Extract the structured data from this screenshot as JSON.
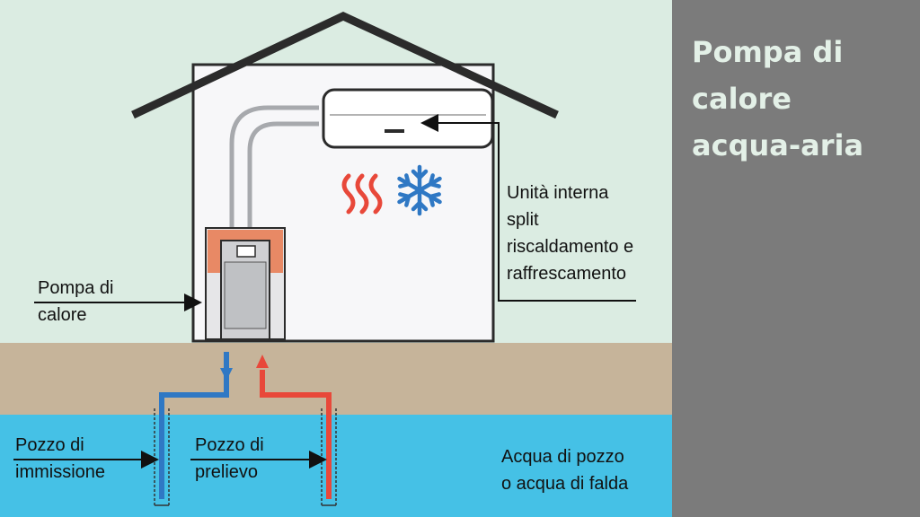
{
  "title": "Pompa di\ncalore\nacqua-aria",
  "labels": {
    "heat_pump": "Pompa di\ncalore",
    "indoor_unit": "Unità interna\nsplit\nriscaldamento e\nraffrescamento",
    "injection_well": "Pozzo di\nimmissione",
    "extraction_well": "Pozzo di\nprelievo",
    "groundwater": "Acqua di pozzo\no acqua di falda"
  },
  "icons": [
    "heat-waves-icon",
    "snowflake-icon"
  ],
  "colors": {
    "sky": "#dbece2",
    "ground": "#c6b49a",
    "water": "#45c1e6",
    "panel": "#7b7b7b",
    "title": "#e3f0e7",
    "heat": "#e8483a",
    "cold": "#2f78c4",
    "pump_accent": "#e88965"
  }
}
